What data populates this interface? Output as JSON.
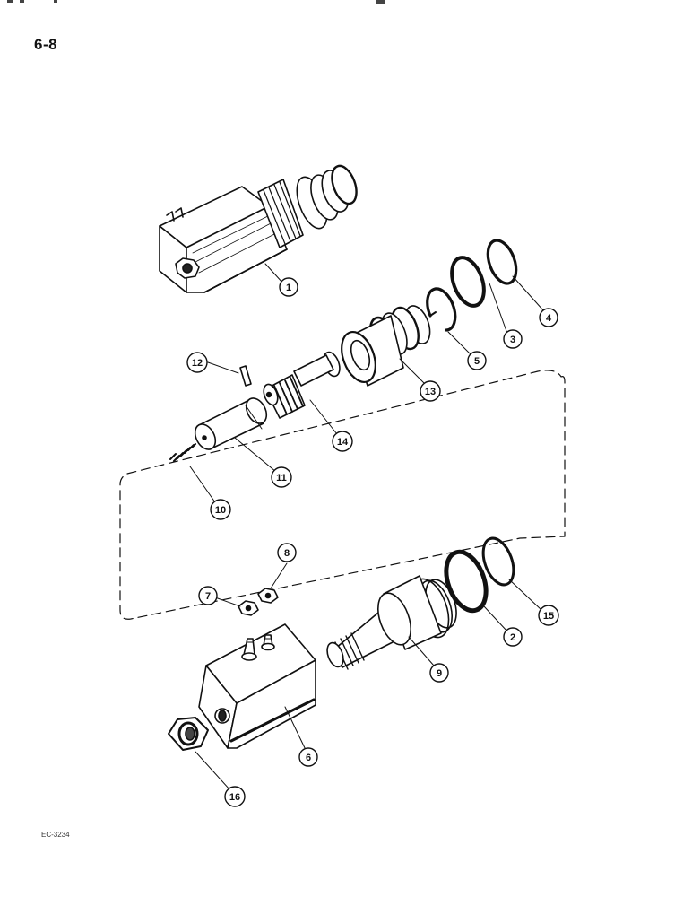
{
  "page": {
    "page_number": "6-8",
    "reference_code": "EC-3234"
  },
  "colors": {
    "ink": "#111111",
    "paper": "#ffffff",
    "shade": "#3a3a3a"
  },
  "callouts": [
    {
      "id": "1",
      "label": "1"
    },
    {
      "id": "2",
      "label": "2"
    },
    {
      "id": "3",
      "label": "3"
    },
    {
      "id": "4",
      "label": "4"
    },
    {
      "id": "5",
      "label": "5"
    },
    {
      "id": "6",
      "label": "6"
    },
    {
      "id": "7",
      "label": "7"
    },
    {
      "id": "8",
      "label": "8"
    },
    {
      "id": "9",
      "label": "9"
    },
    {
      "id": "10",
      "label": "10"
    },
    {
      "id": "11",
      "label": "11"
    },
    {
      "id": "12",
      "label": "12"
    },
    {
      "id": "13",
      "label": "13"
    },
    {
      "id": "14",
      "label": "14"
    },
    {
      "id": "15",
      "label": "15"
    },
    {
      "id": "16",
      "label": "16"
    }
  ]
}
